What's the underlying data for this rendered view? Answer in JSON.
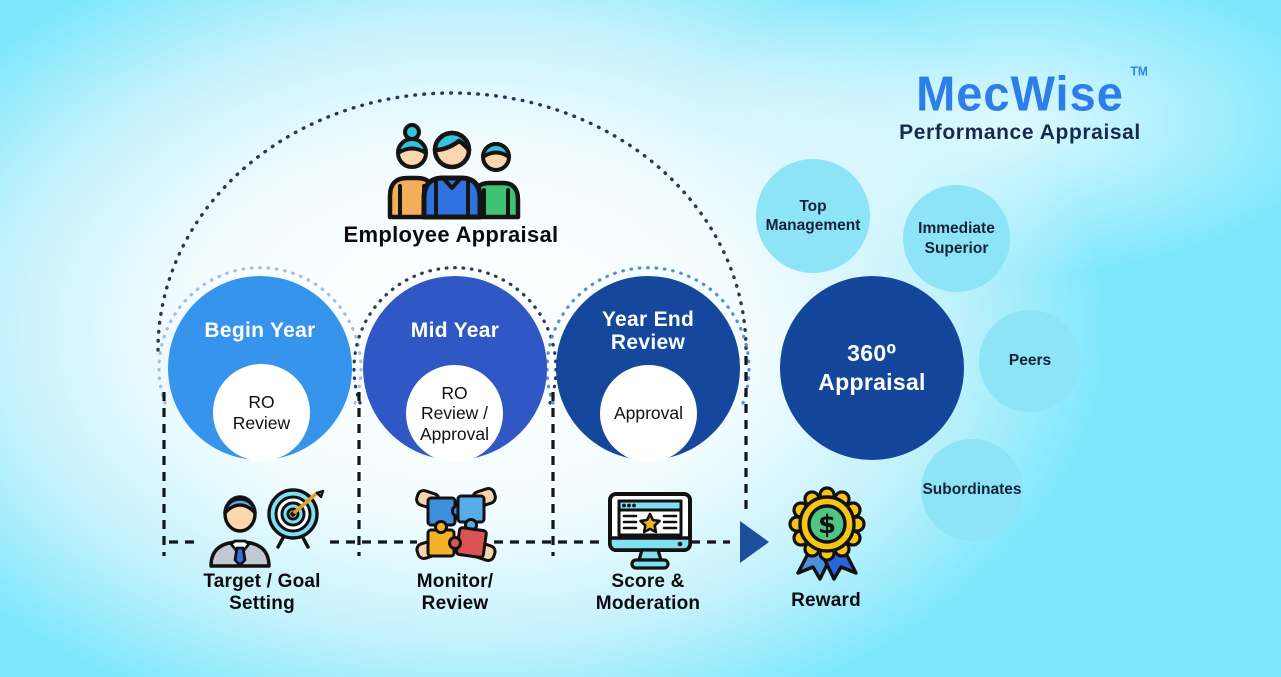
{
  "logo": {
    "brand": "MecWise",
    "tm": "TM",
    "subtitle": "Performance Appraisal",
    "brand_color": "#2e7ee9",
    "subtitle_color": "#18294e"
  },
  "employee": {
    "label": "Employee Appraisal"
  },
  "stages": [
    {
      "title": "Begin Year",
      "sub": "RO\nReview",
      "color": "#3694ec",
      "arc_color": "#a9bce9"
    },
    {
      "title": "Mid Year",
      "sub": "RO\nReview /\nApproval",
      "color": "#3058c4",
      "arc_color": "#2e3a55"
    },
    {
      "title": "Year End\nReview",
      "sub": "Approval",
      "color": "#15489c",
      "arc_color": "#5c8cd9"
    }
  ],
  "process": [
    {
      "label": "Target / Goal\nSetting"
    },
    {
      "label": "Monitor/\nReview"
    },
    {
      "label": "Score &\nModeration"
    }
  ],
  "reward": {
    "label": "Reward"
  },
  "a360": {
    "label": "360⁰\nAppraisal",
    "color": "#14479c",
    "satellite_color": "#8de4f7",
    "sources": [
      "Top\nManagement",
      "Immediate\nSuperior",
      "Peers",
      "Subordinates"
    ]
  },
  "icons": {
    "people": "people-group-icon",
    "target": "businessman-target-icon",
    "puzzle": "puzzle-hands-icon",
    "monitor": "monitor-score-icon",
    "medal": "reward-medal-icon",
    "arrow": "flow-arrow-icon"
  },
  "colors": {
    "background_edge": "#7de7fd",
    "background_center": "#ffffff",
    "dashed_line": "#13141c",
    "outer_arc": "#2b3550",
    "flow_arrow": "#1b4f9e"
  }
}
